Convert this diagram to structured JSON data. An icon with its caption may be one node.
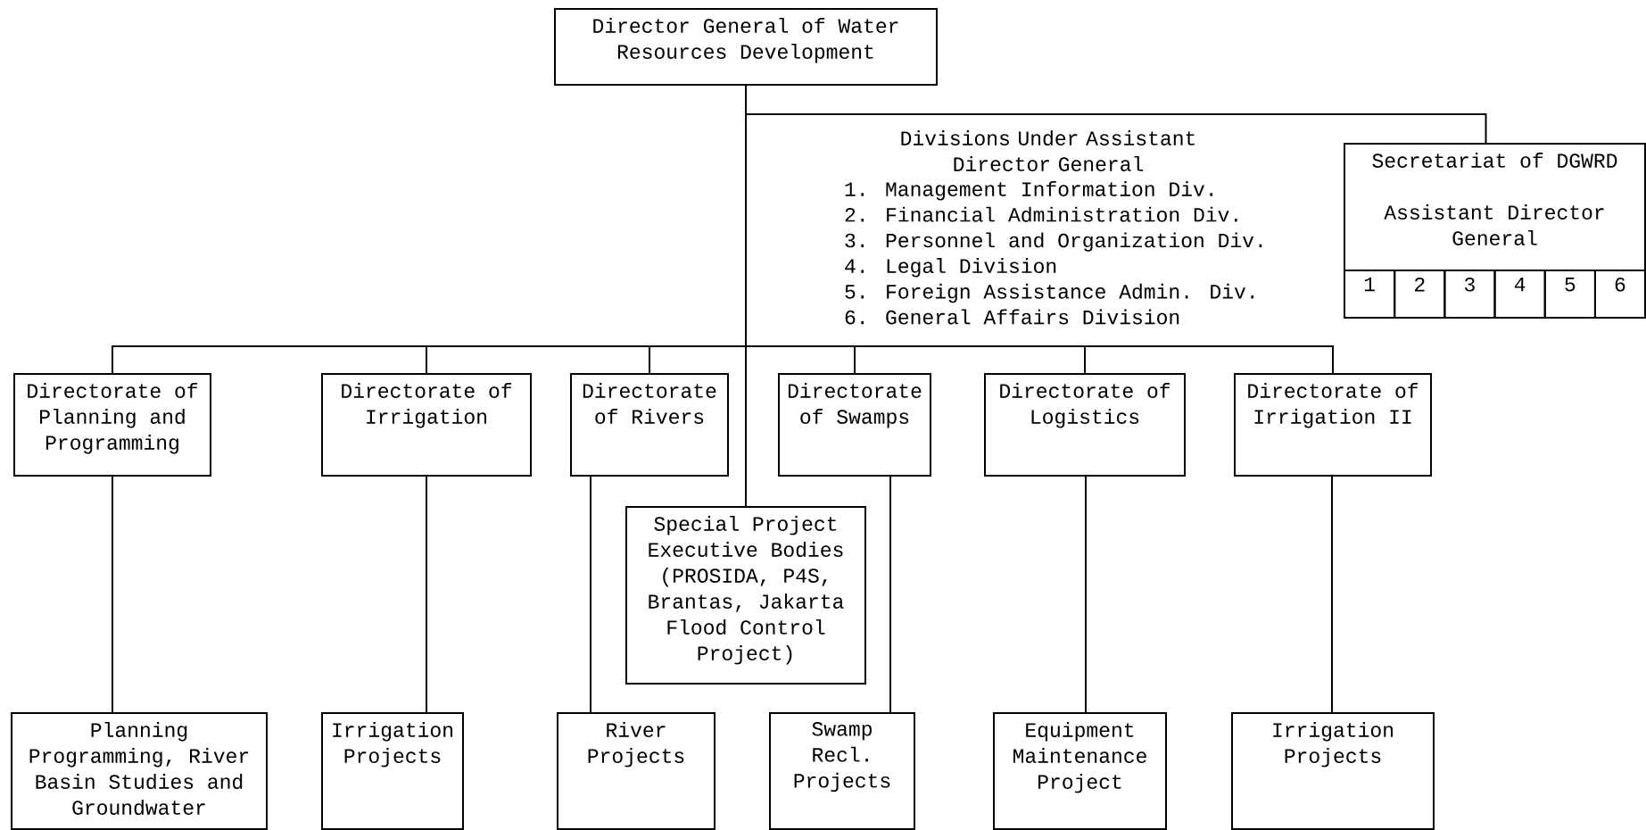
{
  "diagram": {
    "nodes": [
      {
        "text": [
          "Director General of Water Resources Development"
        ]
      },
      {
        "text": [
          "Secretariat of DGWRD",
          "Assistant Director General"
        ]
      },
      {
        "text": [
          "1"
        ],
        "in": 1
      },
      {
        "text": [
          "2"
        ],
        "in": 1
      },
      {
        "text": [
          "3"
        ],
        "in": 1
      },
      {
        "text": [
          "4"
        ],
        "in": 1
      },
      {
        "text": [
          "5"
        ],
        "in": 1
      },
      {
        "text": [
          "6"
        ],
        "in": 1
      },
      {
        "text": [
          "Directorate of Planning and Programming"
        ]
      },
      {
        "text": [
          "Directorate of Irrigation"
        ]
      },
      {
        "text": [
          "Directorate of Rivers"
        ]
      },
      {
        "text": [
          "Directorate of Swamps"
        ]
      },
      {
        "text": [
          "Directorate of Logistics"
        ]
      },
      {
        "text": [
          "Directorate of Irrigation II"
        ]
      },
      {
        "text": [
          "Special Project Executive Bodies (PROSIDA, P4S, Brantas, Jakarta Flood Control Project)"
        ]
      },
      {
        "text": [
          "Planning Programming, River Basin Studies and Groundwater"
        ]
      },
      {
        "text": [
          "Irrigation Projects"
        ]
      },
      {
        "text": [
          "River Projects"
        ]
      },
      {
        "text": [
          "Swamp Recl. Projects"
        ]
      },
      {
        "text": [
          "Equipment Maintenance Project"
        ]
      },
      {
        "text": [
          "Irrigation Projects"
        ]
      }
    ],
    "edges": [
      {
        "from": 0,
        "to": 1,
        "arrow": "none"
      },
      {
        "from": 0,
        "to": 8,
        "arrow": "none"
      },
      {
        "from": 0,
        "to": 9,
        "arrow": "none"
      },
      {
        "from": 0,
        "to": 10,
        "arrow": "none"
      },
      {
        "from": 0,
        "to": 11,
        "arrow": "none"
      },
      {
        "from": 0,
        "to": 12,
        "arrow": "none"
      },
      {
        "from": 0,
        "to": 13,
        "arrow": "none"
      },
      {
        "from": 0,
        "to": 14,
        "arrow": "none"
      },
      {
        "from": 8,
        "to": 15,
        "arrow": "none"
      },
      {
        "from": 9,
        "to": 16,
        "arrow": "none"
      },
      {
        "from": 10,
        "to": 17,
        "arrow": "none"
      },
      {
        "from": 11,
        "to": 18,
        "arrow": "none"
      },
      {
        "from": 12,
        "to": 19,
        "arrow": "none"
      },
      {
        "from": 13,
        "to": 20,
        "arrow": "none"
      }
    ],
    "labels": [
      "Divisions Under Assistant Director General",
      "1. Management Information Div.",
      "2. Financial Administration Div.",
      "3. Personnel and Organization Div.",
      "4. Legal Division",
      "5. Foreign Assistance Admin. Div.",
      "6. General Affairs Division"
    ]
  }
}
